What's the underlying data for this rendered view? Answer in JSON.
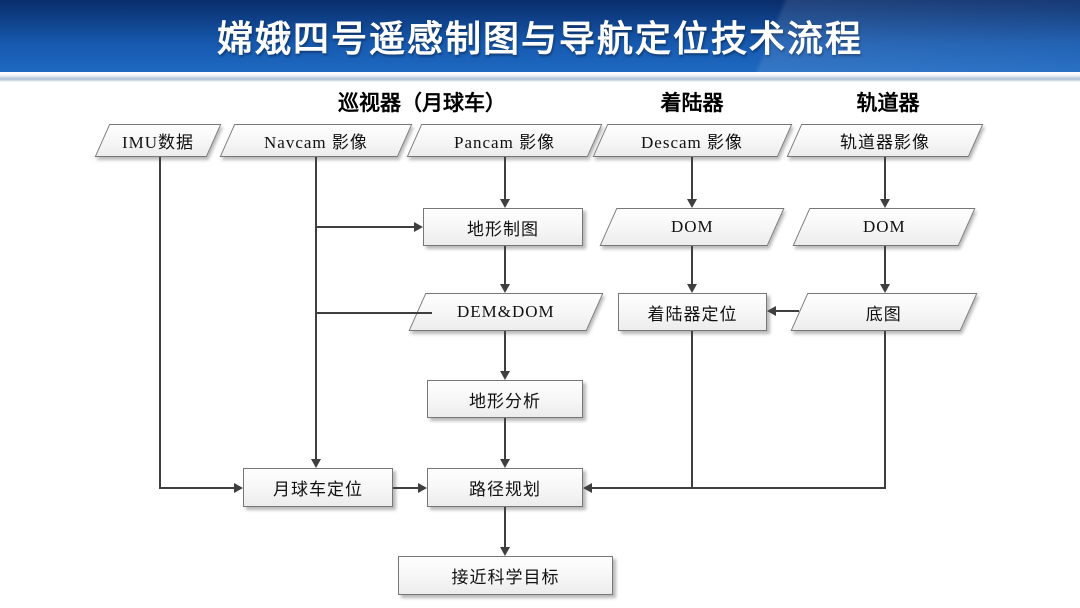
{
  "banner": {
    "title": "嫦娥四号遥感制图与导航定位技术流程"
  },
  "colors": {
    "banner_top": "#0a2d6c",
    "banner_bottom": "#1e69c1",
    "title_text": "#ffffff",
    "node_fill": "#f6f6f6",
    "node_border": "#777777",
    "connector": "#3f3f3f"
  },
  "columns": [
    {
      "label": "巡视器（月球车）"
    },
    {
      "label": "着陆器"
    },
    {
      "label": "轨道器"
    }
  ],
  "nodes": {
    "imu": {
      "label": "IMU数据",
      "shape": "parallelogram"
    },
    "navcam": {
      "label": "Navcam 影像",
      "shape": "parallelogram"
    },
    "pancam": {
      "label": "Pancam 影像",
      "shape": "parallelogram"
    },
    "descam": {
      "label": "Descam 影像",
      "shape": "parallelogram"
    },
    "orbiter_image": {
      "label": "轨道器影像",
      "shape": "parallelogram"
    },
    "terrain_mapping": {
      "label": "地形制图",
      "shape": "rect"
    },
    "dom_lander": {
      "label": "DOM",
      "shape": "parallelogram"
    },
    "dom_orbiter": {
      "label": "DOM",
      "shape": "parallelogram"
    },
    "dem_dom": {
      "label": "DEM&DOM",
      "shape": "parallelogram"
    },
    "lander_localization": {
      "label": "着陆器定位",
      "shape": "rect"
    },
    "basemap": {
      "label": "底图",
      "shape": "parallelogram"
    },
    "terrain_analysis": {
      "label": "地形分析",
      "shape": "rect"
    },
    "rover_localization": {
      "label": "月球车定位",
      "shape": "rect"
    },
    "path_planning": {
      "label": "路径规划",
      "shape": "rect"
    },
    "approach_science_target": {
      "label": "接近科学目标",
      "shape": "rect"
    }
  }
}
